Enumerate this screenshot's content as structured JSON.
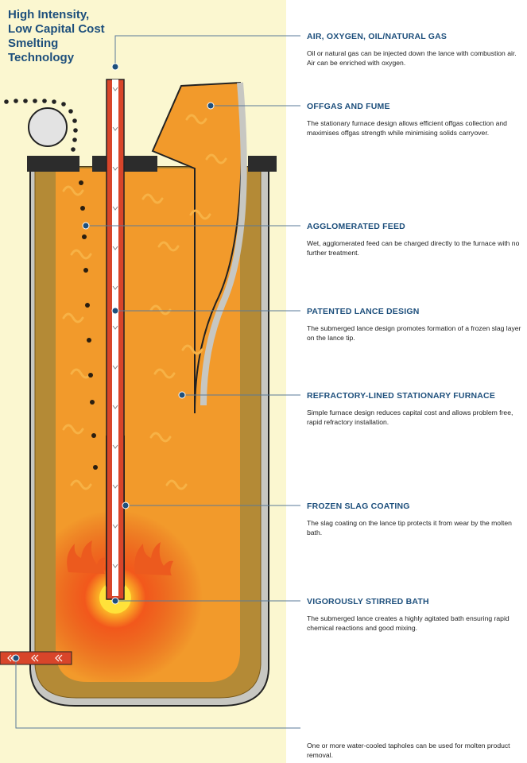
{
  "title_lines": [
    "High Intensity,",
    "Low Capital Cost",
    "Smelting",
    "Technology"
  ],
  "callouts": [
    {
      "heading": "AIR, OXYGEN, OIL/NATURAL GAS",
      "text": "Oil or natural gas can be injected down the lance with combustion air. Air can be enriched with oxygen."
    },
    {
      "heading": "OFFGAS AND FUME",
      "text": "The stationary furnace design allows efficient offgas collection and maximises offgas strength while minimising solids carryover."
    },
    {
      "heading": "AGGLOMERATED FEED",
      "text": "Wet, agglomerated feed can be charged directly to the furnace with no further treatment."
    },
    {
      "heading": "PATENTED LANCE DESIGN",
      "text": "The submerged lance design promotes formation of a frozen slag layer on the lance tip."
    },
    {
      "heading": "REFRACTORY-LINED STATIONARY FURNACE",
      "text": "Simple furnace design reduces capital cost and allows problem free, rapid refractory installation."
    },
    {
      "heading": "FROZEN SLAG COATING",
      "text": "The slag coating on the lance tip protects it from wear by the molten bath."
    },
    {
      "heading": "VIGOROUSLY STIRRED BATH",
      "text": "The submerged lance creates a highly agitated bath ensuring rapid chemical reactions and good mixing."
    }
  ],
  "bottom_note": "One or more water-cooled tapholes can be used for molten product removal.",
  "colors": {
    "heading": "#1d4f7c",
    "panel": "#fbf7d0",
    "bath": "#f29a2b",
    "refractory": "#b48a36",
    "lance": "#d8452a",
    "leader": "#5a7a98"
  }
}
